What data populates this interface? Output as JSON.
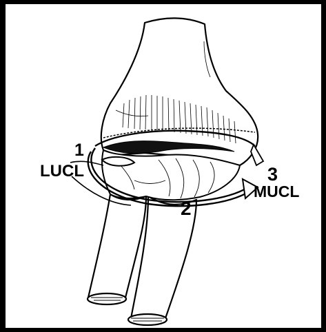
{
  "labels": {
    "n1": "1",
    "lucl": "LUCL",
    "n2": "2",
    "n3": "3",
    "mucl": "MUCL"
  }
}
